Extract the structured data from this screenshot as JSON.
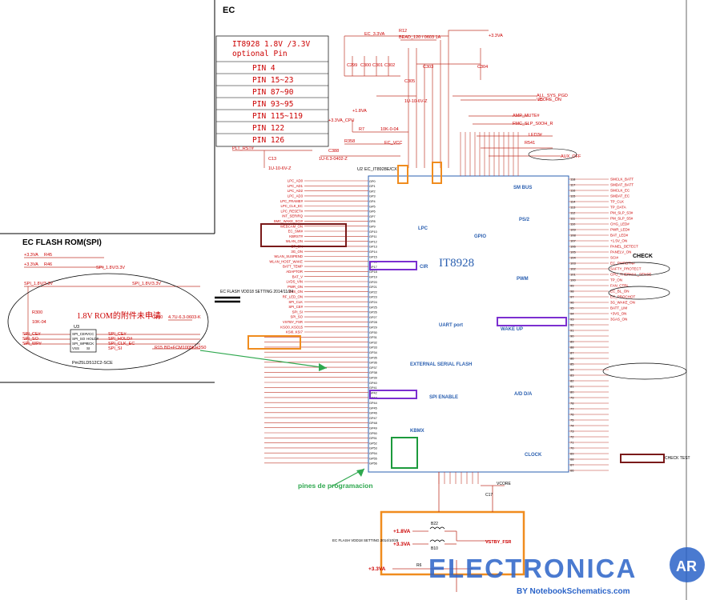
{
  "sheet": {
    "title": "EC"
  },
  "option_table": {
    "header": "IT8928 1.8V /3.3V optional Pin",
    "rows": [
      "PIN 4",
      "PIN 15~23",
      "PIN 87~90",
      "PIN 93~95",
      "PIN 115~119",
      "PIN 122",
      "PIN 126"
    ]
  },
  "chip": {
    "name": "IT8928",
    "ref": "U2",
    "part": "EC_IT8928E/CX",
    "blocks": [
      "LPC",
      "GPIO",
      "SM BUS",
      "PS/2",
      "PWM",
      "CIR",
      "UART port",
      "WAKE UP",
      "EXTERNAL SERIAL FLASH",
      "SPI ENABLE",
      "KBMX",
      "A/D D/A",
      "CLOCK"
    ]
  },
  "power_labels": [
    "+3.3VA",
    "+3.3VA_CPU",
    "+1.8VA",
    "+3.3VA",
    "EC_3.3VA",
    "VCORE_ON",
    "ALL_SYS_PGD",
    "AUX_OFF",
    "CHECK",
    "CHECK TEST"
  ],
  "left_signals": [
    "LPC_AD0",
    "LPC_AD1",
    "LPC_AD2",
    "LPC_AD3",
    "LPC_FRAME#",
    "LPC_CLK_EC",
    "LPC_RESET#",
    "INT_SERIRQ",
    "SMC_WAKE_SCI#",
    "WEBCAM_ON",
    "EC_SMI#",
    "KBRST#",
    "WLAN_ON",
    "BT_ON",
    "3G_ON",
    "WLAN_SUSPEND",
    "WLAN_HOST_WAKE",
    "BATT_TEMP",
    "ADAPTOR",
    "BAT_V",
    "LVDS_VIN",
    "PWR_ON",
    "SUS_ON",
    "RF_LED_ON",
    "SPI_CLK",
    "SPI_CE#",
    "SPI_SI",
    "SPI_SO",
    "VSTBY_FSR",
    "KSO0..KSO15",
    "KSI0..KSI7"
  ],
  "right_signals": [
    "SMCLK_BATT",
    "SMDAT_BATT",
    "SMCLK_EC",
    "SMDAT_EC",
    "TP_CLK",
    "TP_DATA",
    "PM_SLP_S3#",
    "PM_SLP_S5#",
    "CHG_LED#",
    "PWR_LED#",
    "BAT_LED#",
    "+1.5V_ON",
    "PANEL_DETECT",
    "PANELV_ON",
    "SCI#",
    "EC_PWRBTN#",
    "SAFTY_PROTECT",
    "CPU_THERMAL_SENSE",
    "TP_ON",
    "FAN_CTRL",
    "EC_BL_ON",
    "EC_PROCHOT",
    "3G_WAKE_ON",
    "BATT_LIM",
    "+3VS_ON",
    "3GAS_ON"
  ],
  "flash": {
    "title": "EC FLASH ROM(SPI)",
    "ref": "U3",
    "part": "Pm25LD512C2-SCE",
    "pins_left": [
      "SPI_CE#",
      "SPI_SO",
      "SPI_WP#",
      "VSS"
    ],
    "pins_right": [
      "VCC",
      "HOLD#",
      "SCK",
      "SI"
    ],
    "note": "1.8V ROM的附件未申请",
    "power": [
      "+3.3VA",
      "SPI_1.8V/3.3V"
    ]
  },
  "annotations": {
    "programming": "pines de programacion",
    "date_note": "EC FLASH VDD18 SETTING 2014/10/29"
  },
  "bottom_power": {
    "rail1": "+1.8VA",
    "rail2": "+3.3VA",
    "out": "VSTBY_FSR",
    "rail3": "+3.3VA"
  },
  "watermark": {
    "text": "ELECTRONICA",
    "sub": "BY NotebookSchematics.com",
    "badge": "AR"
  },
  "colors": {
    "wire": "#c0392b",
    "text_red": "#cc0000",
    "chip_outline": "#2a5fb0",
    "highlight_orange": "#f08c1e",
    "highlight_purple": "#7b2fd0",
    "highlight_maroon": "#7a1a1a",
    "highlight_green": "#1c9a3c",
    "arrow_green": "#2fa84f",
    "watermark_blue": "#2a63c8"
  }
}
